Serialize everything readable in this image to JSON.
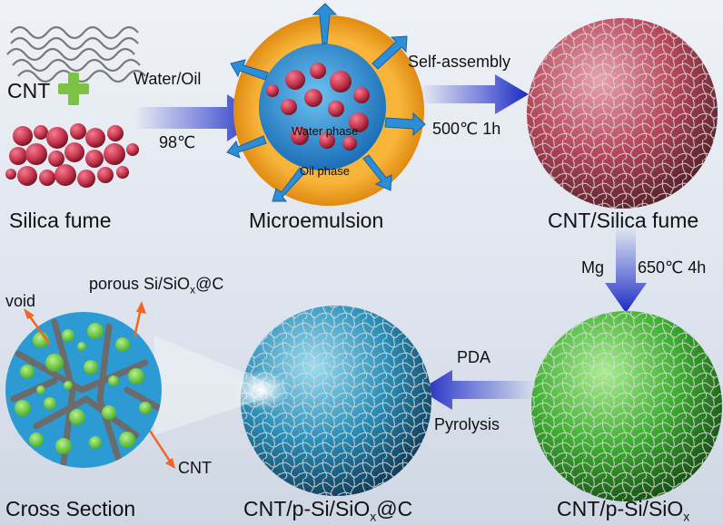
{
  "labels": {
    "cnt_top": "CNT",
    "water_oil": "Water/Oil",
    "temp_98": "98℃",
    "self_assembly": "Self-assembly",
    "temp_500": "500℃ 1h",
    "water_phase": "Water phase",
    "oil_phase": "Oil phase",
    "silica_fume": "Silica fume",
    "microemulsion": "Microemulsion",
    "cnt_silica_fume": "CNT/Silica fume",
    "mg": "Mg",
    "temp_650": "650℃ 4h",
    "porous_prefix": "porous Si/SiO",
    "porous_sub": "x",
    "porous_suffix": "@C",
    "void": "void",
    "cnt_cross": "CNT",
    "pda": "PDA",
    "pyrolysis": "Pyrolysis",
    "cross_section": "Cross Section",
    "psi_c_prefix": "CNT/p-Si/SiO",
    "psi_c_sub": "x",
    "psi_c_suffix": "@C",
    "psi_prefix": "CNT/p-Si/SiO",
    "psi_sub": "x"
  },
  "colors": {
    "flow_arrow": "#2233cc",
    "pointer_arrow": "#f26522",
    "silica": "#c8384f",
    "oil": "#f4a52a",
    "water": "#2d8ed8",
    "green": "#4cc23c",
    "cyan_sphere": "#2c9fc8",
    "cross_bg": "#2c9bd4",
    "cnt_gray": "#6b6b6b"
  },
  "icons": [
    "plus-icon",
    "process-arrow-icon",
    "pointer-arrow-icon"
  ]
}
